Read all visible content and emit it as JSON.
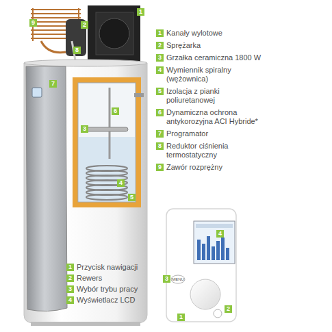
{
  "diagram": {
    "labels": [
      "1",
      "9",
      "2",
      "8",
      "7",
      "6",
      "3",
      "4",
      "5",
      "1",
      "Kanały wylotowe",
      "2",
      "Sprężarka",
      "3",
      "Grzałka ceramiczna 1800 W",
      "4",
      "Wymiennik spiralny (wężownica)",
      "5",
      "Izolacja z pianki poliuretanowej",
      "6",
      "Dynamiczna ochrona antykorozyjna ACI Hybride*",
      "7",
      "Programator",
      "8",
      "Reduktor ciśnienia termostatyczny",
      "9",
      "Zawór rozprężny",
      "1",
      "Przycisk nawigacji",
      "2",
      "Rewers",
      "3",
      "Wybór trybu pracy",
      "4",
      "Wyświetlacz LCD",
      "4",
      "3",
      "1",
      "2",
      "MENU"
    ]
  }
}
